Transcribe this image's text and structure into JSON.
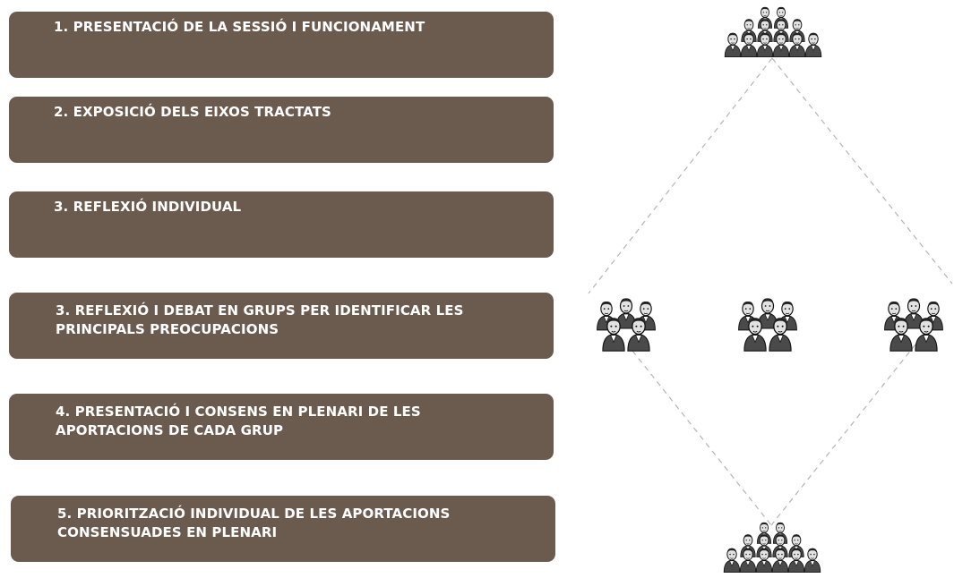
{
  "steps": [
    {
      "text": "1. PRESENTACIÓ DE LA SESSIÓ I FUNCIONAMENT"
    },
    {
      "text": "2. EXPOSICIÓ DELS EIXOS TRACTATS"
    },
    {
      "text": "3. REFLEXIÓ INDIVIDUAL"
    },
    {
      "text": "3. REFLEXIÓ I DEBAT EN GRUPS PER IDENTIFICAR LES\n    PRINCIPALS PREOCUPACIONS"
    },
    {
      "text": "4. PRESENTACIÓ I CONSENS EN PLENARI DE LES\n    APORTACIONS DE CADA GRUP"
    },
    {
      "text": "5. PRIORITZACIÓ INDIVIDUAL DE LES APORTACIONS\n     CONSENSUADES EN PLENARI"
    }
  ],
  "colors": {
    "box": "#6b5b4f",
    "text": "#ffffff",
    "dash": "#b5b5b5"
  },
  "icons": [
    "crowd-icon",
    "group-icon",
    "group-icon",
    "group-icon",
    "crowd-icon"
  ]
}
